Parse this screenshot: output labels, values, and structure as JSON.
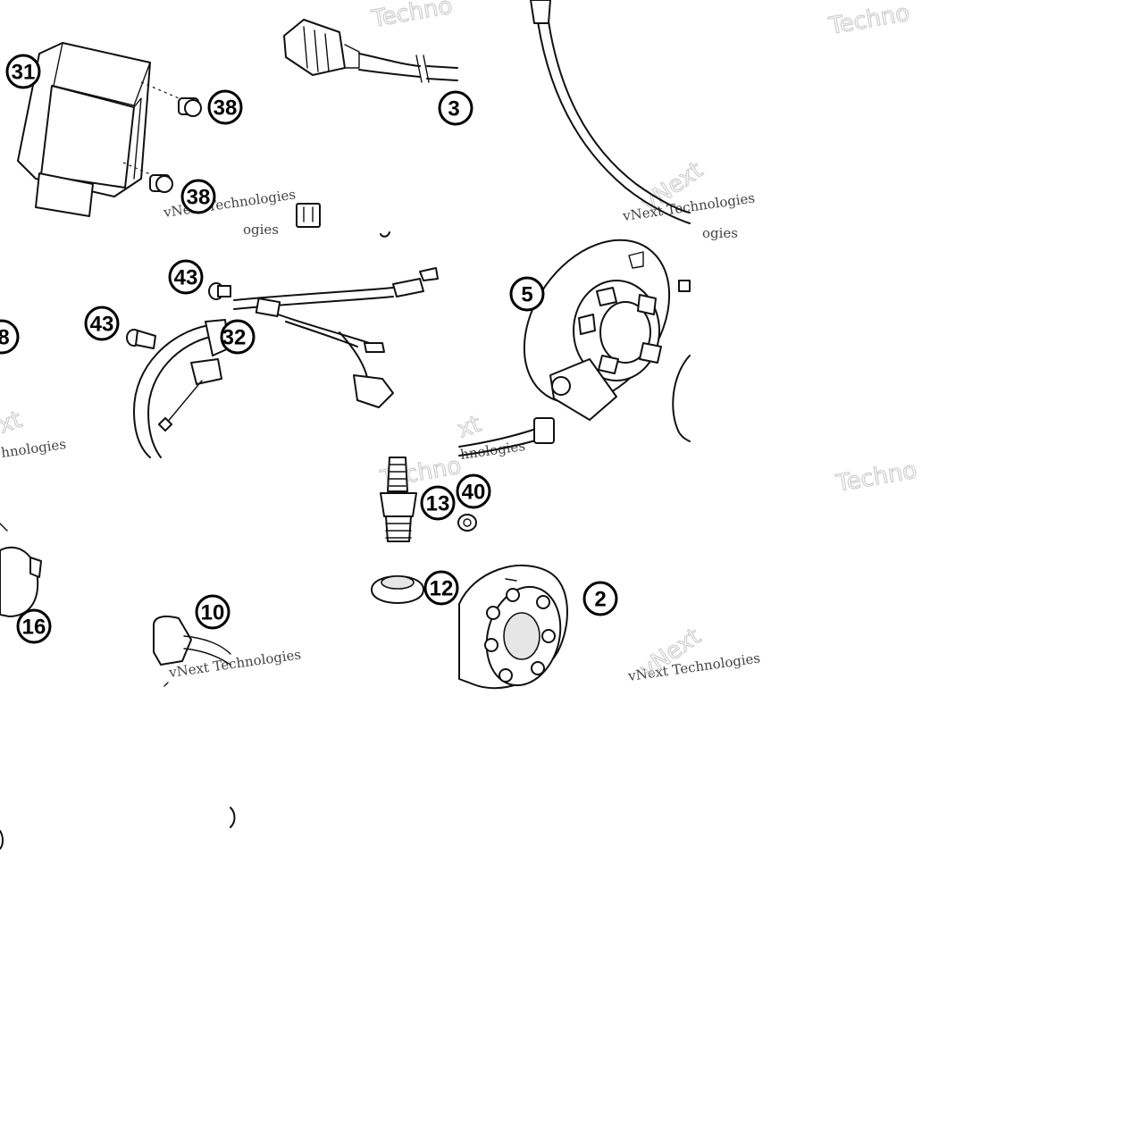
{
  "callouts": [
    {
      "id": "31",
      "label": "31"
    },
    {
      "id": "38a",
      "label": "38"
    },
    {
      "id": "38b",
      "label": "38"
    },
    {
      "id": "3",
      "label": "3"
    },
    {
      "id": "43a",
      "label": "43"
    },
    {
      "id": "43b",
      "label": "43"
    },
    {
      "id": "8",
      "label": "8"
    },
    {
      "id": "32",
      "label": "32"
    },
    {
      "id": "5",
      "label": "5"
    },
    {
      "id": "13",
      "label": "13"
    },
    {
      "id": "40",
      "label": "40"
    },
    {
      "id": "12",
      "label": "12"
    },
    {
      "id": "2",
      "label": "2"
    },
    {
      "id": "16",
      "label": "16"
    },
    {
      "id": "10",
      "label": "10"
    }
  ],
  "watermarks": {
    "large": "Techno",
    "brand_line": "vNext Technologies",
    "vnext": "vNext",
    "tech_fragment": "Tec",
    "technologies_fragment": "hnologies",
    "ogies_fragment": "ogies",
    "ext_fragment": "xt"
  }
}
